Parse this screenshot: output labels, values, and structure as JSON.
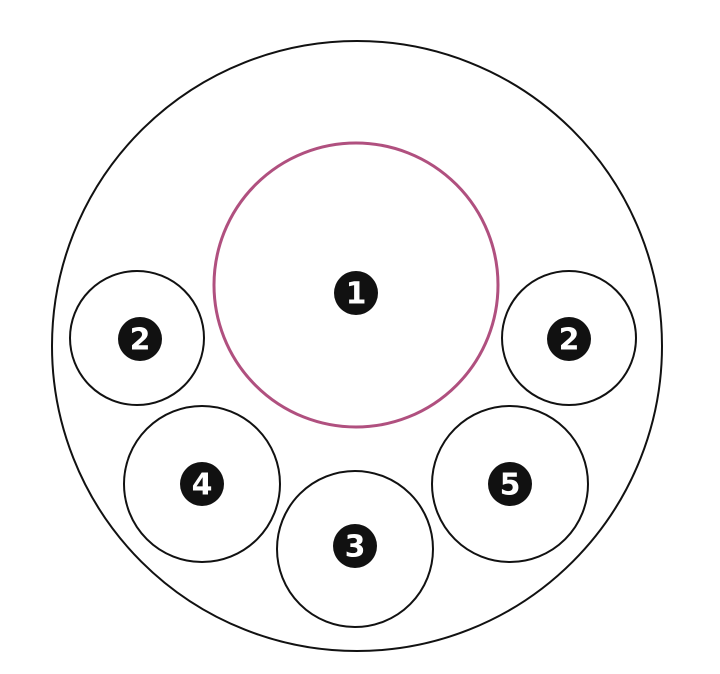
{
  "colors": {
    "background": "#ffffff",
    "outline": "#111111",
    "highlight": "#b0507f",
    "badge_fill": "#111111",
    "badge_text": "#ffffff"
  },
  "compartments": [
    {
      "id": "center",
      "label": "1",
      "highlighted": true
    },
    {
      "id": "left-upper",
      "label": "2",
      "highlighted": false
    },
    {
      "id": "right-upper",
      "label": "2",
      "highlighted": false
    },
    {
      "id": "bottom-center",
      "label": "3",
      "highlighted": false
    },
    {
      "id": "left-lower",
      "label": "4",
      "highlighted": false
    },
    {
      "id": "right-lower",
      "label": "5",
      "highlighted": false
    }
  ]
}
